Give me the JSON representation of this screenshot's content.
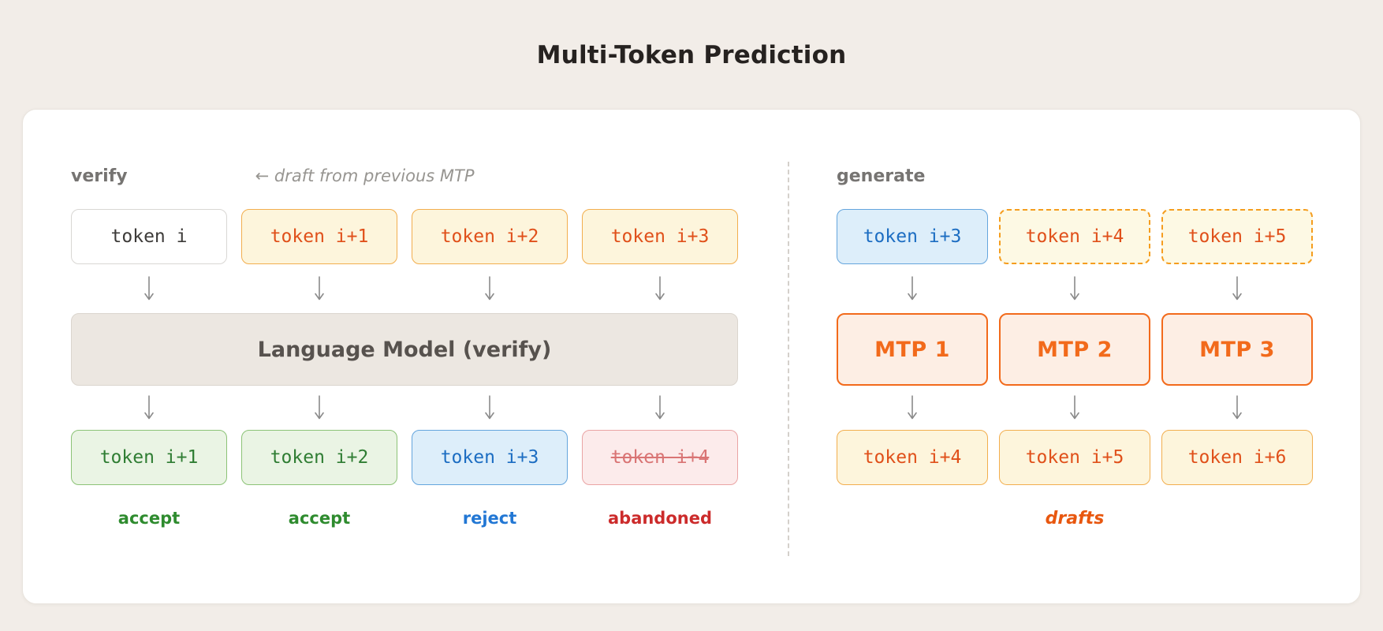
{
  "title": "Multi-Token Prediction",
  "verify": {
    "label": "verify",
    "note": "← draft from previous MTP",
    "input_tokens": [
      {
        "text": "token i"
      },
      {
        "text": "token i+1"
      },
      {
        "text": "token i+2"
      },
      {
        "text": "token i+3"
      }
    ],
    "model_label": "Language Model (verify)",
    "output_tokens": [
      {
        "text": "token i+1",
        "verdict": "accept"
      },
      {
        "text": "token i+2",
        "verdict": "accept"
      },
      {
        "text": "token i+3",
        "verdict": "reject"
      },
      {
        "text": "token i+4",
        "verdict": "abandoned"
      }
    ]
  },
  "generate": {
    "label": "generate",
    "input_tokens": [
      {
        "text": "token i+3"
      },
      {
        "text": "token i+4"
      },
      {
        "text": "token i+5"
      }
    ],
    "mtp_modules": [
      {
        "text": "MTP 1"
      },
      {
        "text": "MTP 2"
      },
      {
        "text": "MTP 3"
      }
    ],
    "output_tokens": [
      {
        "text": "token i+4"
      },
      {
        "text": "token i+5"
      },
      {
        "text": "token i+6"
      }
    ],
    "drafts_label": "drafts"
  },
  "colors": {
    "background": "#f2ede8",
    "card": "#ffffff",
    "draft_bg": "#fdf5dc",
    "draft_border": "#f2ae4e",
    "draft_text": "#e0501a",
    "accept_green": "#2e8b2e",
    "reject_blue": "#2277d4",
    "abandoned_red": "#cc2b2b",
    "mtp_orange": "#f26a1b",
    "model_box_bg": "#ece7e1",
    "arrow_gray": "#8a8a8a"
  }
}
